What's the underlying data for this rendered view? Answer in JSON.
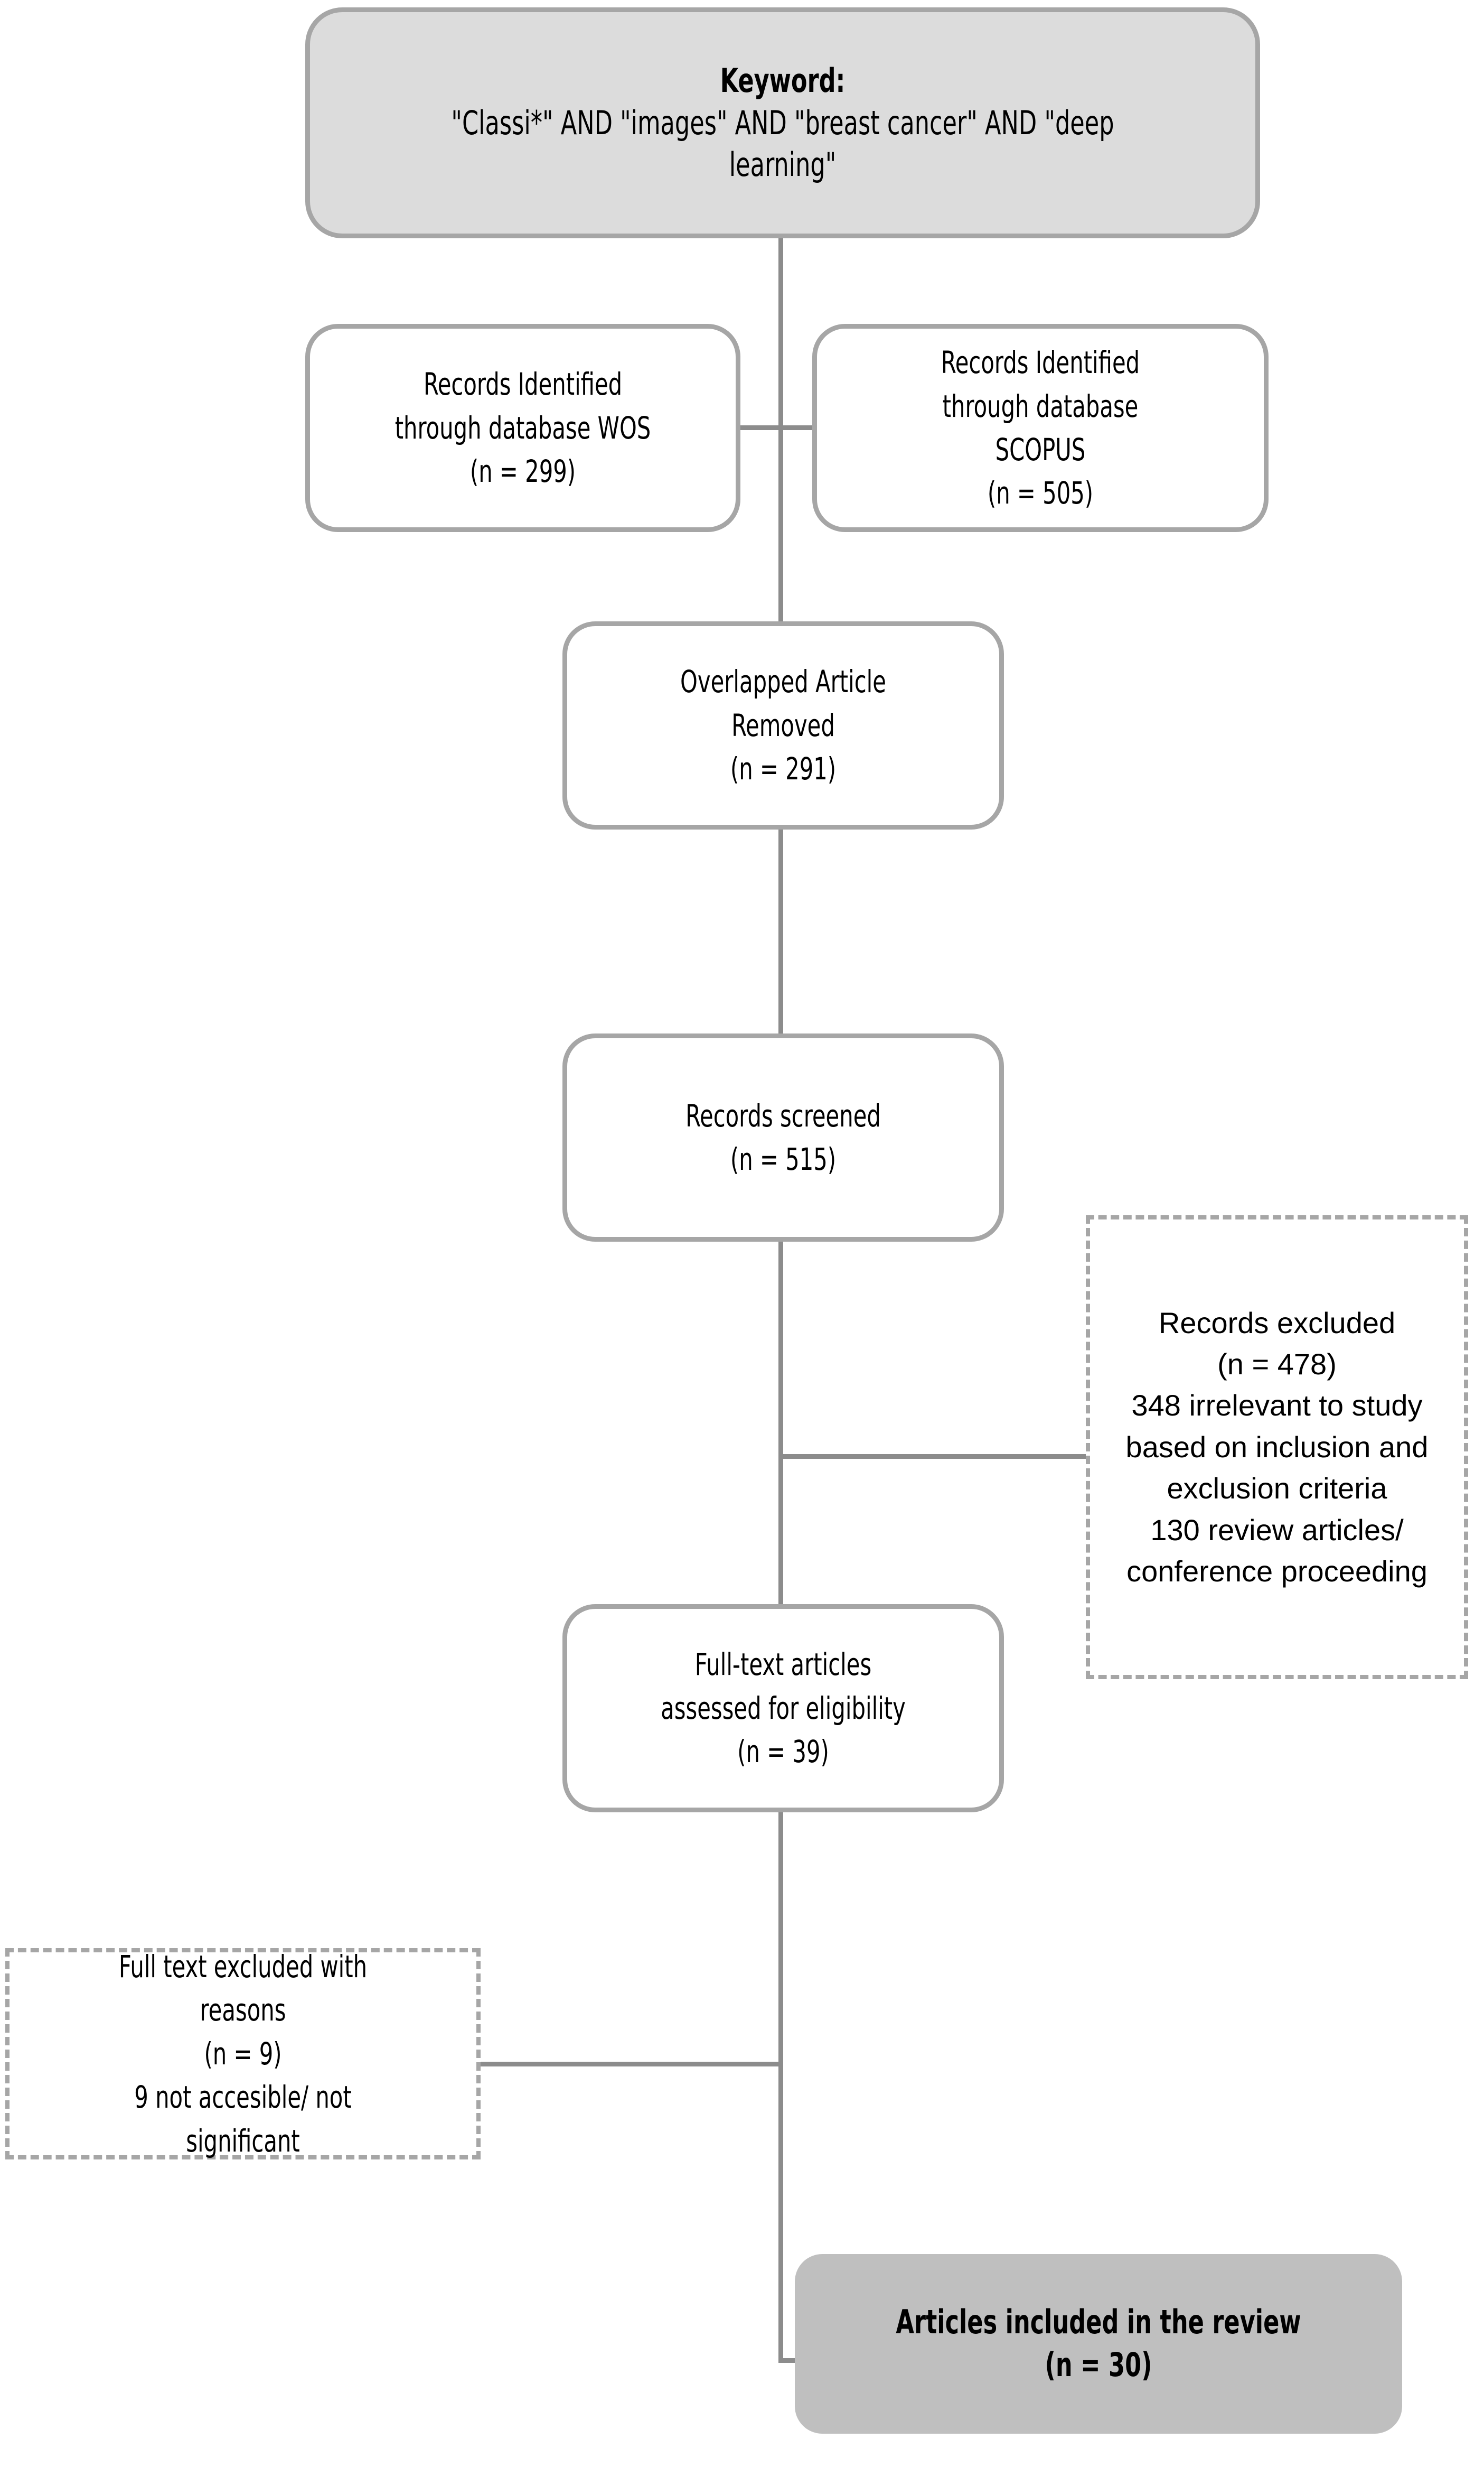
{
  "diagram": {
    "title": "PRISMA flow diagram of study selection",
    "type": "prisma-flowchart",
    "colors": {
      "border_gray": "#a6a6a6",
      "line_gray": "#8c8c8c",
      "header_fill": "#dcdcdc",
      "footer_fill": "#bfbfbf",
      "box_fill": "#ffffff",
      "text": "#000000"
    }
  },
  "keyword_box": {
    "heading": "Keyword:",
    "query_line1": "\"Classi*\" AND \"images\" AND \"breast cancer\" AND  \"deep",
    "query_line2": "learning\""
  },
  "identification": {
    "wos": {
      "line1": "Records Identified",
      "line2": "through database WOS",
      "count": "(n = 299)"
    },
    "scopus": {
      "line1": "Records Identified",
      "line2": "through database",
      "line3": "SCOPUS",
      "count": "(n = 505)"
    }
  },
  "duplicates": {
    "line1": "Overlapped Article",
    "line2": "Removed",
    "count": "(n = 291)"
  },
  "screening": {
    "line1": "Records screened",
    "count": "(n = 515)"
  },
  "records_excluded": {
    "line1": "Records excluded",
    "count": "(n = 478)",
    "reason1_line1": "348 irrelevant to study",
    "reason1_line2": "based on inclusion and",
    "reason1_line3": "exclusion criteria",
    "reason2_line1": "130 review articles/",
    "reason2_line2": "conference proceeding"
  },
  "eligibility": {
    "line1": "Full-text articles",
    "line2": "assessed for eligibility",
    "count": "(n = 39)"
  },
  "fulltext_excluded": {
    "line1": "Full text excluded with",
    "line2": "reasons",
    "count": "(n = 9)",
    "reason_line1": "9 not accesible/ not",
    "reason_line2": "significant"
  },
  "included": {
    "line1": "Articles included in the review",
    "count": "(n = 30)"
  }
}
